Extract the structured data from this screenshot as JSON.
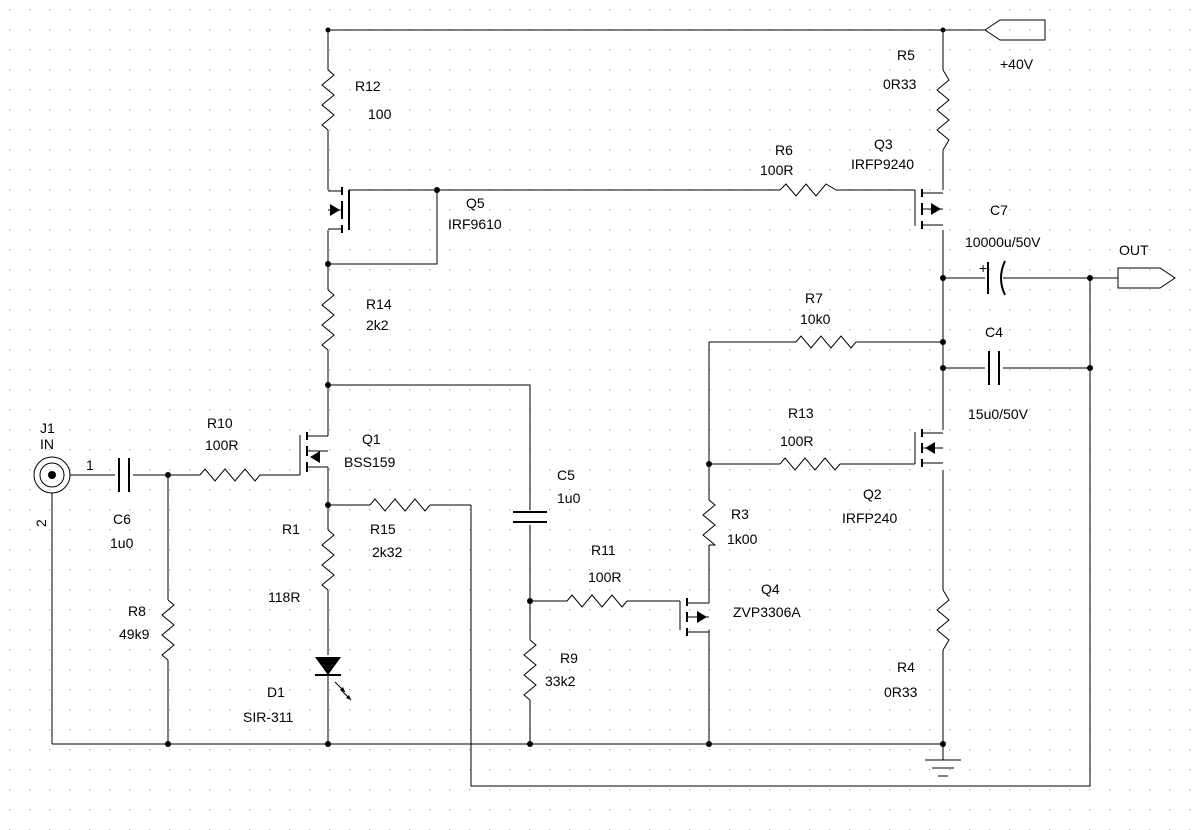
{
  "components": {
    "J1": {
      "ref": "J1",
      "value": "IN",
      "pin1": "1",
      "pin2": "2"
    },
    "C6": {
      "ref": "C6",
      "value": "1u0"
    },
    "R10": {
      "ref": "R10",
      "value": "100R"
    },
    "R8": {
      "ref": "R8",
      "value": "49k9"
    },
    "Q1": {
      "ref": "Q1",
      "value": "BSS159"
    },
    "R1": {
      "ref": "R1",
      "value": "118R"
    },
    "D1": {
      "ref": "D1",
      "value": "SIR-311"
    },
    "R15": {
      "ref": "R15",
      "value": "2k32"
    },
    "R12": {
      "ref": "R12",
      "value": "100"
    },
    "Q5": {
      "ref": "Q5",
      "value": "IRF9610"
    },
    "R14": {
      "ref": "R14",
      "value": "2k2"
    },
    "C5": {
      "ref": "C5",
      "value": "1u0"
    },
    "R11": {
      "ref": "R11",
      "value": "100R"
    },
    "R9": {
      "ref": "R9",
      "value": "33k2"
    },
    "Q4": {
      "ref": "Q4",
      "value": "ZVP3306A"
    },
    "R3": {
      "ref": "R3",
      "value": "1k00"
    },
    "R7": {
      "ref": "R7",
      "value": "10k0"
    },
    "R13": {
      "ref": "R13",
      "value": "100R"
    },
    "Q2": {
      "ref": "Q2",
      "value": "IRFP240"
    },
    "R6": {
      "ref": "R6",
      "value": "100R"
    },
    "Q3": {
      "ref": "Q3",
      "value": "IRFP9240"
    },
    "R5": {
      "ref": "R5",
      "value": "0R33"
    },
    "C7": {
      "ref": "C7",
      "value": "10000u/50V",
      "polarity": "+"
    },
    "C4": {
      "ref": "C4",
      "value": "15u0/50V"
    },
    "R4": {
      "ref": "R4",
      "value": "0R33"
    }
  },
  "ports": {
    "supply": "+40V",
    "output": "OUT"
  },
  "colors": {
    "wire": "#000000",
    "grid_dot": "#b4b4b4",
    "background": "#ffffff"
  }
}
